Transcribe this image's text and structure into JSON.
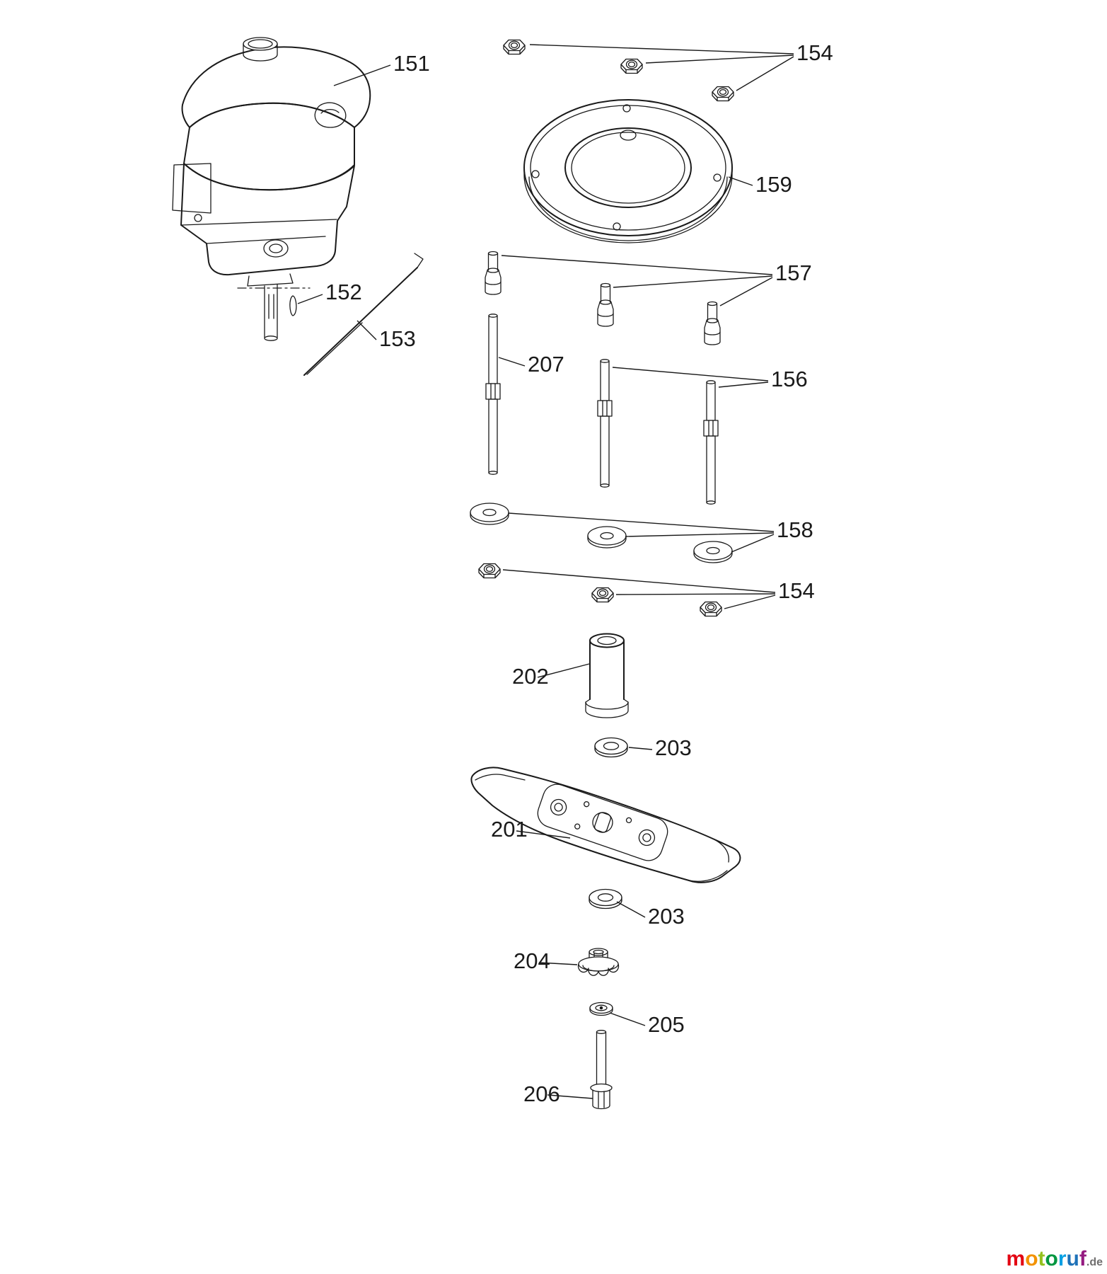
{
  "meta": {
    "type": "exploded-parts-diagram",
    "subject": "engine-and-blade-assembly",
    "background": "#ffffff",
    "line_color": "#1a1a1a"
  },
  "labels": [
    "151",
    "152",
    "153",
    "154",
    "159",
    "157",
    "207",
    "156",
    "158",
    "154",
    "202",
    "203",
    "201",
    "203",
    "204",
    "205",
    "206"
  ],
  "watermark": {
    "letters": [
      {
        "ch": "m",
        "color": "#e30613"
      },
      {
        "ch": "o",
        "color": "#f39200"
      },
      {
        "ch": "t",
        "color": "#95c11f"
      },
      {
        "ch": "o",
        "color": "#009640"
      },
      {
        "ch": "r",
        "color": "#009fe3"
      },
      {
        "ch": "u",
        "color": "#1d71b8"
      },
      {
        "ch": "f",
        "color": "#951b81"
      }
    ],
    "suffix": ".de",
    "suffix_color": "#706f6f"
  }
}
